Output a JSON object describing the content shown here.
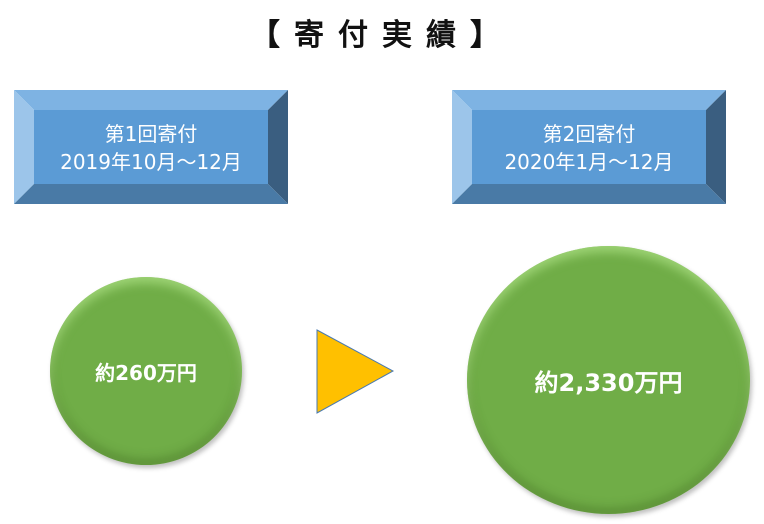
{
  "title": "【寄付実績】",
  "periods": [
    {
      "line1": "第1回寄付",
      "line2": "2019年10月～12月",
      "amount": "約260万円"
    },
    {
      "line1": "第2回寄付",
      "line2": "2020年1月～12月",
      "amount": "約2,330万円"
    }
  ],
  "colors": {
    "box": "#5b9bd5",
    "circle": "#70ad47",
    "arrow": "#ffc000"
  }
}
